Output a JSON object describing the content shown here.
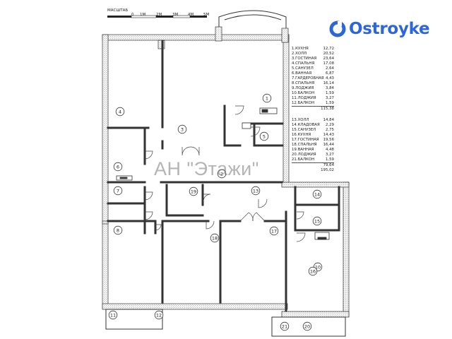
{
  "scale": {
    "title": "МАСШТАБ",
    "ticks": [
      "0",
      "1М",
      "2М",
      "3М",
      "4М",
      "5М"
    ]
  },
  "logo": {
    "text": "Ostroyke",
    "color": "#2c66d8"
  },
  "watermark": {
    "text": "АН \"Этажи\""
  },
  "room_markers": [
    "1",
    "2",
    "3",
    "4",
    "5",
    "6",
    "7",
    "8",
    "10",
    "11",
    "12",
    "13",
    "14",
    "15",
    "16",
    "17",
    "18",
    "19",
    "20",
    "21"
  ],
  "legend": {
    "group1": [
      {
        "name": "1.КУХНЯ",
        "area": "12,72"
      },
      {
        "name": "2.ХОЛЛ",
        "area": "20,52"
      },
      {
        "name": "3.ГОСТИНАЯ",
        "area": "23,64"
      },
      {
        "name": "4.СПАЛЬНЯ",
        "area": "17,08"
      },
      {
        "name": "5.САНУЗЕЛ",
        "area": "2,64"
      },
      {
        "name": "6.ВАННАЯ",
        "area": "6,87"
      },
      {
        "name": "7.ГАРДЕРОБНАЯ",
        "area": "4,43"
      },
      {
        "name": "8.СПАЛЬНЯ",
        "area": "16,14"
      },
      {
        "name": "9.ЛОДЖИЯ",
        "area": "3,84"
      },
      {
        "name": "10.БАЛКОН",
        "area": "1,59"
      },
      {
        "name": "11.ЛОДЖИЯ",
        "area": "3,27"
      },
      {
        "name": "12.БАЛКОН",
        "area": "1,59"
      }
    ],
    "total1": "115,38",
    "group2": [
      {
        "name": "13.ХОЛЛ",
        "area": "14,84"
      },
      {
        "name": "14.КЛАДОВАЯ",
        "area": "2,29"
      },
      {
        "name": "15.САНУЗЕЛ",
        "area": "2,75"
      },
      {
        "name": "16.КУХНЯ",
        "area": "14,43"
      },
      {
        "name": "17.ГОСТИНАЯ",
        "area": "19,56"
      },
      {
        "name": "18.СПАЛЬНЯ",
        "area": "16,44"
      },
      {
        "name": "19.ВАННАЯ",
        "area": "4,48"
      },
      {
        "name": "20.ЛОДЖИЯ",
        "area": "3,27"
      },
      {
        "name": "21.БАЛКОН",
        "area": "1,59"
      }
    ],
    "total2": "79,64",
    "total_all": "195,02"
  }
}
